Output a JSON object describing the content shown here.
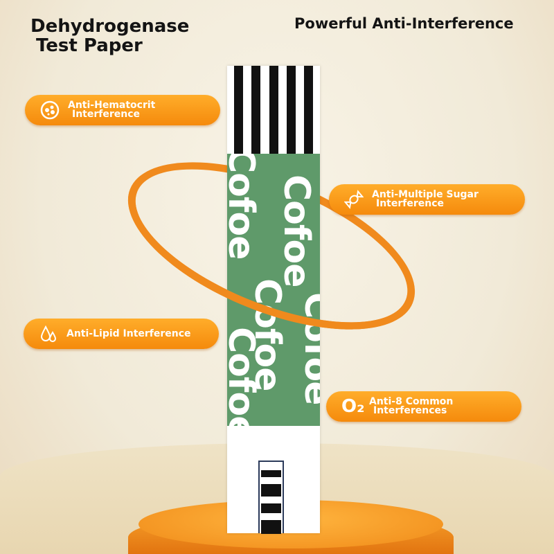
{
  "header": {
    "title_line1": "Dehydrogenase",
    "title_line2": "Test Paper",
    "tagline": "Powerful Anti-Interference"
  },
  "strip": {
    "brand": "Cofoe"
  },
  "features": [
    {
      "icon": "blood-cells-icon",
      "line1": "Anti-Hematocrit",
      "line2": "Interference"
    },
    {
      "icon": "candy-icon",
      "line1": "Anti-Multiple Sugar",
      "line2": "Interference"
    },
    {
      "icon": "lipid-drop-icon",
      "line1": "Anti-Lipid Interference",
      "line2": ""
    },
    {
      "icon": "oxygen-icon",
      "icon_text": "O₂",
      "line1": "Anti-8 Common",
      "line2": "Interferences"
    }
  ],
  "colors": {
    "accent": "#f58a0c",
    "strip_green": "#5f9a6a"
  }
}
